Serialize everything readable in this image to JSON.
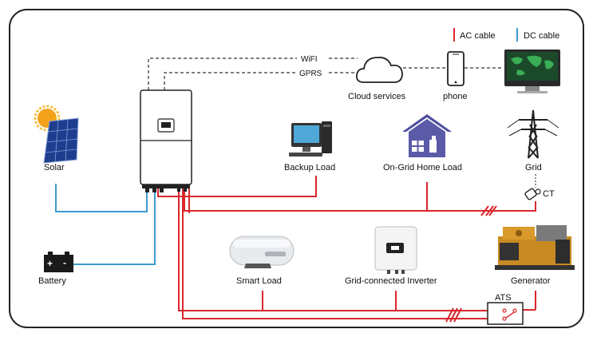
{
  "legend": {
    "ac_label": "AC cable",
    "dc_label": "DC cable",
    "ac_color": "#d9262c",
    "dc_color": "#3b9bd0"
  },
  "links": {
    "wifi": "WiFI",
    "gprs": "GPRS"
  },
  "nodes": {
    "cloud": "Cloud services",
    "phone": "phone",
    "solar": "Solar",
    "battery": "Battery",
    "backup_load": "Backup Load",
    "on_grid_home_load": "On-Grid Home Load",
    "grid": "Grid",
    "ct": "CT",
    "smart_load": "Smart Load",
    "grid_inverter": "Grid-connected Inverter",
    "generator": "Generator",
    "ats": "ATS"
  },
  "icons": [
    "inverter-icon",
    "solar-panel-icon",
    "sun-icon",
    "battery-icon",
    "cloud-icon",
    "phone-icon",
    "monitor-icon",
    "computer-icon",
    "house-icon",
    "pylon-icon",
    "ct-clamp-icon",
    "water-heater-icon",
    "inverter-small-icon",
    "generator-icon",
    "ats-icon"
  ]
}
